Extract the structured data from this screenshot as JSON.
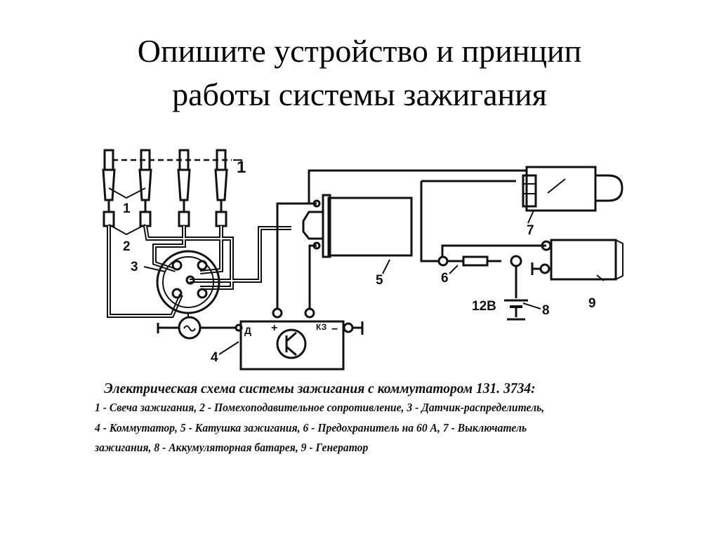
{
  "slide": {
    "title_line1": "Опишите устройство и принцип",
    "title_line2": "работы системы зажигания"
  },
  "diagram": {
    "labels": {
      "plug_1": "1",
      "plugs_1": "1",
      "resistor_2": "2",
      "distributor_3": "3",
      "commutator_4": "4",
      "coil_5": "5",
      "fuse_6": "6",
      "switch_7": "7",
      "battery_8": "8",
      "generator_9": "9",
      "voltage": "12В",
      "term_d": "Д",
      "term_plus": "+",
      "term_kz": "КЗ",
      "term_minus": "−"
    }
  },
  "caption": {
    "title": "Электрическая схема системы зажигания с коммутатором 131. 3734:",
    "lines": [
      "1 - Свеча зажигания, 2 - Помехоподавительное сопротивление, 3 - Датчик-распределитель,",
      "4 - Коммутатор, 5 - Катушка зажигания, 6 - Предохранитель на 60 А, 7 - Выключатель",
      "зажигания, 8 - Аккумуляторная батарея, 9 - Генератор"
    ]
  }
}
